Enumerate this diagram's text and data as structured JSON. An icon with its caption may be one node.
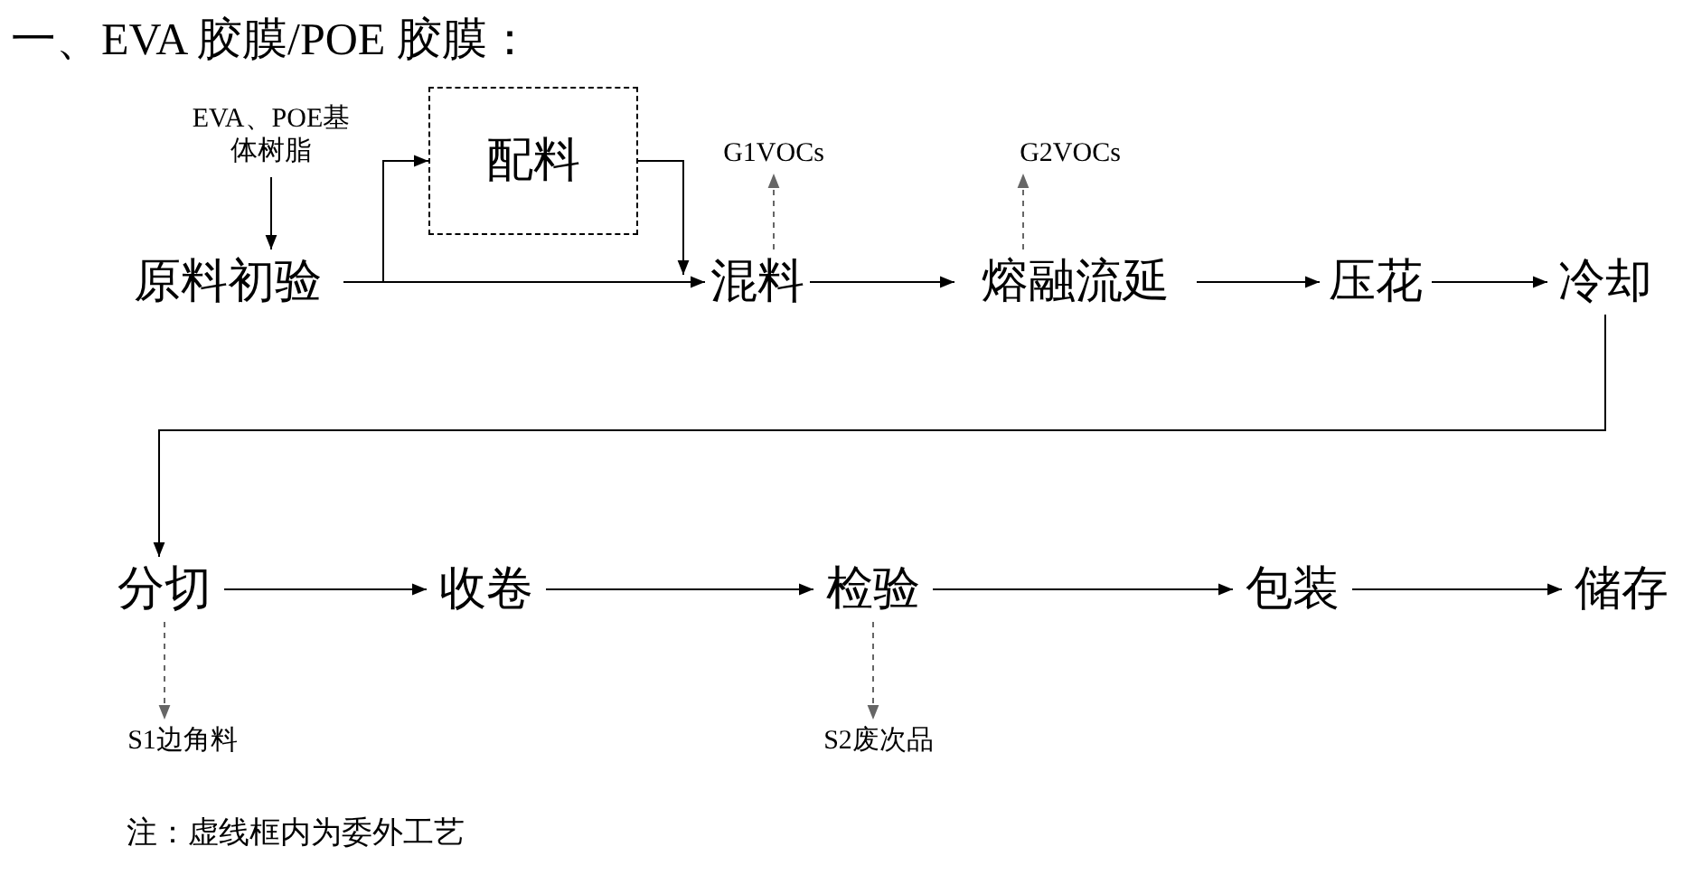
{
  "diagram": {
    "title": "一、EVA 胶膜/POE 胶膜：",
    "nodes": [
      {
        "text": [
          "EVA、POE基体树脂"
        ]
      },
      {
        "text": [
          "原料初验"
        ]
      },
      {
        "text": [
          "配料"
        ]
      },
      {
        "text": [
          "混料"
        ]
      },
      {
        "text": [
          "G1VOCs"
        ]
      },
      {
        "text": [
          "熔融流延"
        ]
      },
      {
        "text": [
          "G2VOCs"
        ]
      },
      {
        "text": [
          "压花"
        ]
      },
      {
        "text": [
          "冷却"
        ]
      },
      {
        "text": [
          "分切"
        ]
      },
      {
        "text": [
          "收卷"
        ]
      },
      {
        "text": [
          "检验"
        ]
      },
      {
        "text": [
          "包装"
        ]
      },
      {
        "text": [
          "储存"
        ]
      },
      {
        "text": [
          "S1边角料"
        ]
      },
      {
        "text": [
          "S2废次品"
        ]
      }
    ],
    "edges": [
      {
        "from": 0,
        "to": 1,
        "arrow": "to"
      },
      {
        "from": 1,
        "to": 2,
        "arrow": "to"
      },
      {
        "from": 1,
        "to": 3,
        "arrow": "to"
      },
      {
        "from": 2,
        "to": 3,
        "arrow": "to"
      },
      {
        "from": 3,
        "to": 4,
        "arrow": "to",
        "style": "dashed",
        "color": "#666666"
      },
      {
        "from": 3,
        "to": 5,
        "arrow": "to"
      },
      {
        "from": 5,
        "to": 6,
        "arrow": "to",
        "style": "dashed",
        "color": "#666666"
      },
      {
        "from": 5,
        "to": 7,
        "arrow": "to"
      },
      {
        "from": 7,
        "to": 8,
        "arrow": "to"
      },
      {
        "from": 8,
        "to": 9,
        "arrow": "to"
      },
      {
        "from": 9,
        "to": 10,
        "arrow": "to"
      },
      {
        "from": 10,
        "to": 11,
        "arrow": "to"
      },
      {
        "from": 11,
        "to": 12,
        "arrow": "to"
      },
      {
        "from": 12,
        "to": 13,
        "arrow": "to"
      },
      {
        "from": 9,
        "to": 14,
        "arrow": "to",
        "style": "dashed",
        "color": "#666666"
      },
      {
        "from": 11,
        "to": 15,
        "arrow": "to",
        "style": "dashed",
        "color": "#666666"
      }
    ],
    "labels": [
      "注：虚线框内为委外工艺"
    ]
  }
}
